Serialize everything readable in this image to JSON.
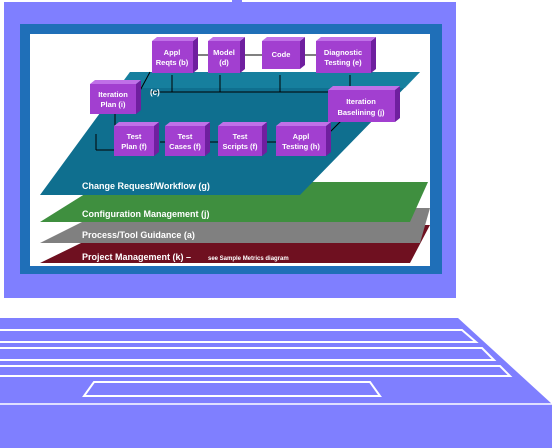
{
  "colors": {
    "laptop_frame": "#7f7fff",
    "laptop_outline": "#5f5fe8",
    "screen_border": "#1f6fb8",
    "layer_workflow": "#0f6f8f",
    "layer_config": "#3f8f3f",
    "layer_process": "#808080",
    "layer_project": "#6f1020",
    "box": "#a23fd0",
    "box_dark": "#6f1f9f"
  },
  "boxes": {
    "appl_reqts": {
      "line1": "Appl",
      "line2": "Reqts (b)"
    },
    "model": {
      "line1": "Model",
      "line2": "(d)"
    },
    "code": {
      "line1": "Code",
      "line2": ""
    },
    "diagnostic": {
      "line1": "Diagnostic",
      "line2": "Testing (e)"
    },
    "iteration_plan": {
      "line1": "Iteration",
      "line2": "Plan (i)"
    },
    "iteration_baselining": {
      "line1": "Iteration",
      "line2": "Baselining (j)"
    },
    "test_plan": {
      "line1": "Test",
      "line2": "Plan (f)"
    },
    "test_cases": {
      "line1": "Test",
      "line2": "Cases (f)"
    },
    "test_scripts": {
      "line1": "Test",
      "line2": "Scripts (f)"
    },
    "appl_testing": {
      "line1": "Appl",
      "line2": "Testing (h)"
    }
  },
  "label_c": "(c)",
  "layers": {
    "workflow": "Change Request/Workflow  (g)",
    "config": "Configuration Management (j)",
    "process": "Process/Tool Guidance (a)",
    "project": "Project Management (k) –",
    "project_note": "see Sample Metrics diagram"
  }
}
